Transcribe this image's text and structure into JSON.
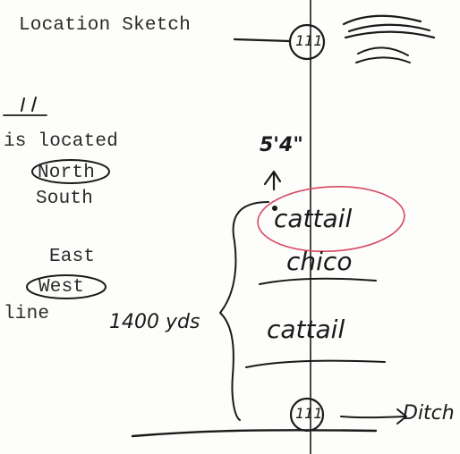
{
  "form": {
    "title": "Location Sketch",
    "fragment": "is located",
    "options": {
      "north": "North",
      "south": "South",
      "east": "East",
      "west": "West"
    },
    "line_label": "line"
  },
  "sketch": {
    "station_top": "111",
    "station_bottom": "111",
    "depth": "5'4\"",
    "layers": [
      "cattail",
      "chico",
      "cattail"
    ],
    "distance": "1400 yds",
    "ditch": "Ditch",
    "circled_options": [
      "North",
      "West"
    ]
  }
}
